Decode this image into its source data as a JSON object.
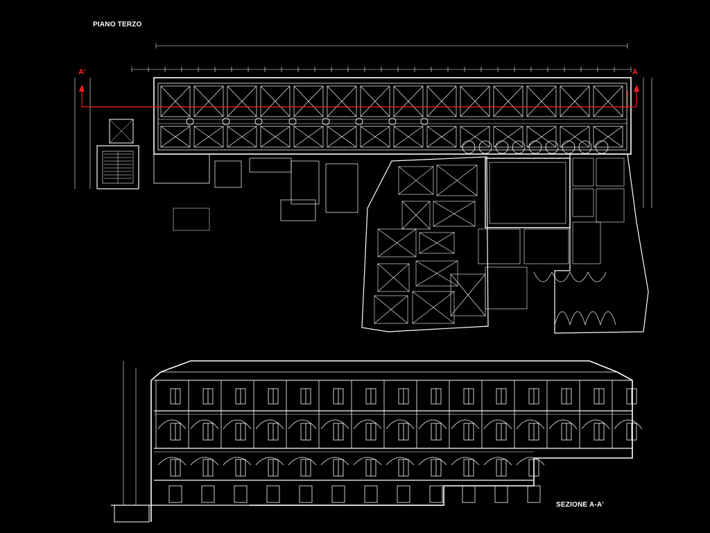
{
  "drawing": {
    "plan_title": "PIANO TERZO",
    "section_title": "SEZIONE A-A'",
    "section_marker_left": "A'",
    "section_marker_right": "A"
  },
  "colors": {
    "background": "#000000",
    "linework": "#ffffff",
    "section_line": "#ff2020"
  }
}
